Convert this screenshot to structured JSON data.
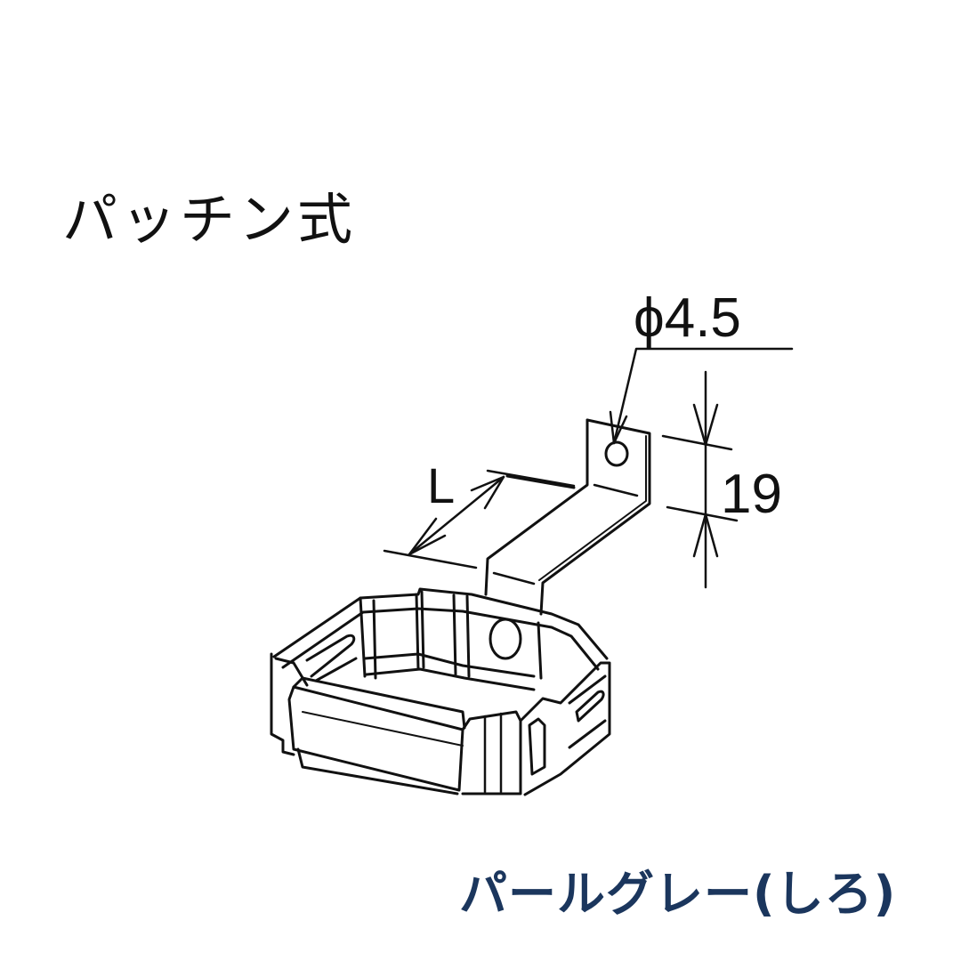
{
  "title": "パッチン式",
  "caption": "パールグレー(しろ)",
  "dimensions": {
    "hole_diameter": "ϕ4.5",
    "length_label": "L",
    "tab_height": "19"
  },
  "colors": {
    "title": "#111111",
    "caption": "#1b365d",
    "line": "#111111",
    "background": "#ffffff"
  }
}
